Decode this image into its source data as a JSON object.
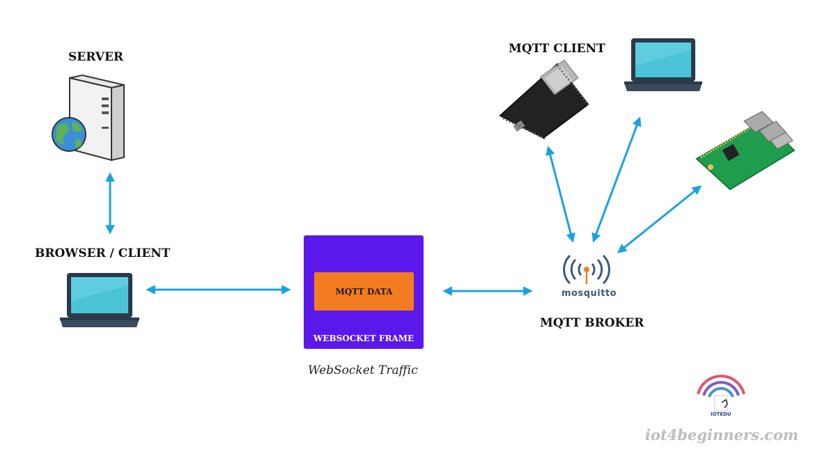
{
  "labels": {
    "server": "SERVER",
    "browser_client": "BROWSER / CLIENT",
    "mqtt_client": "MQTT CLIENT",
    "mqtt_broker": "MQTT BROKER"
  },
  "frame": {
    "inner_label": "MQTT DATA",
    "outer_label": "WEBSOCKET FRAME"
  },
  "caption": "WebSocket Traffic",
  "broker_logo_text": "mosquitto",
  "logo_text": "IOTEDU",
  "watermark": "iot4beginners.com",
  "colors": {
    "arrow": "#1ba1e2",
    "frame": "#5b18ea",
    "payload": "#f47c20",
    "laptop_screen": "#4cc4d8"
  }
}
